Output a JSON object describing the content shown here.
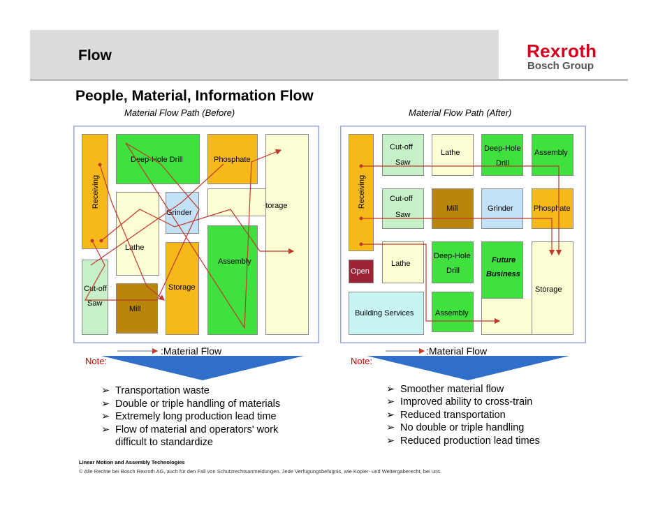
{
  "header": {
    "title": "Flow"
  },
  "logo": {
    "brand": "Rexroth",
    "group": "Bosch Group",
    "brand_color": "#d2001e"
  },
  "main_title": "People, Material, Information Flow",
  "before": {
    "subtitle": "Material Flow Path (Before)",
    "blocks": {
      "receiving": "Receiving",
      "deep_hole_drill": "Deep-Hole Drill",
      "phosphate": "Phosphate",
      "storage_right": "Storage",
      "grinder": "Grinder",
      "lathe": "Lathe",
      "assembly": "Assembly",
      "cutoff_1": "Cut-off",
      "cutoff_2": "Saw",
      "storage_mid": "Storage",
      "mill": "Mill"
    },
    "legend": ":Material Flow",
    "note": "Note:",
    "bullets": [
      "Transportation waste",
      "Double or triple handling of materials",
      "Extremely long production lead time",
      "Flow of material and operators' work",
      "difficult to standardize"
    ]
  },
  "after": {
    "subtitle": "Material Flow Path (After)",
    "blocks": {
      "receiving": "Receiving",
      "cutoff1_a": "Cut-off",
      "cutoff1_b": "Saw",
      "lathe_top": "Lathe",
      "deephole1_a": "Deep-Hole",
      "deephole1_b": "Drill",
      "assembly_top": "Assembly",
      "cutoff2_a": "Cut-off",
      "cutoff2_b": "Saw",
      "mill": "Mill",
      "grinder": "Grinder",
      "phosphate": "Phosphate",
      "open": "Open",
      "lathe_mid": "Lathe",
      "deephole2_a": "Deep-Hole",
      "deephole2_b": "Drill",
      "future_a": "Future",
      "future_b": "Business",
      "storage": "Storage",
      "building_services": "Building Services",
      "assembly_bottom": "Assembly"
    },
    "legend": ":Material Flow",
    "note": "Note:",
    "bullets": [
      "Smoother material flow",
      "Improved ability to cross-train",
      "Reduced transportation",
      "No double or triple handling",
      "Reduced production lead times"
    ]
  },
  "footer": {
    "line1": "Linear Motion and Assembly Technologies",
    "line2": "© Alle Rechte bei Bosch Rexroth AG, auch für den Fall von Schutzrechtsanmeldungen. Jede Verfügungsbefugnis, wie Kopier- und Weitergaberecht, bei uns."
  },
  "colors": {
    "flow_line": "#c0392b",
    "orange": "#f5b91c",
    "green": "#3ee13e",
    "cream": "#fefed4",
    "brown": "#b8860b",
    "banner_blue": "#2f6fc9"
  }
}
